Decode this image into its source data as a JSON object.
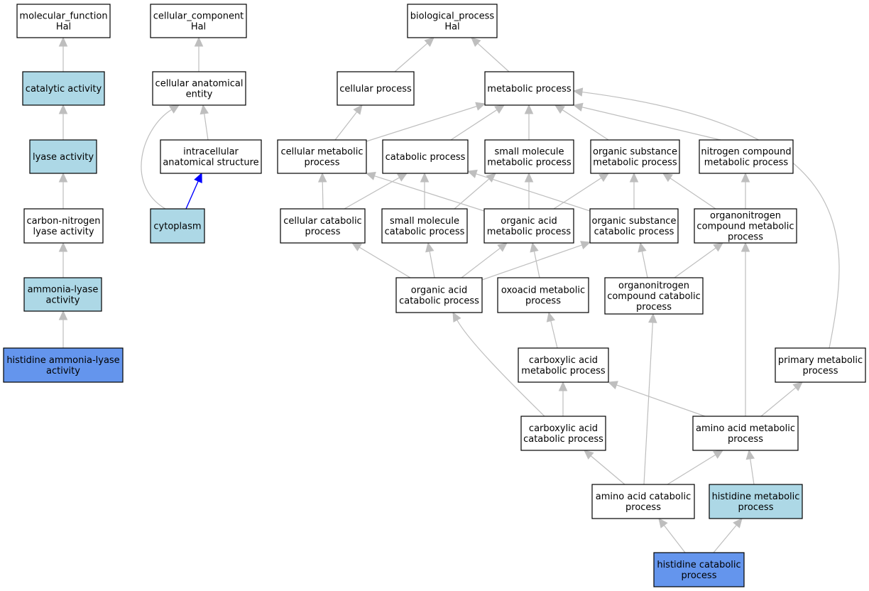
{
  "colors": {
    "default_fill": "#ffffff",
    "ancestor_fill": "#add8e6",
    "term_fill": "#6495ed",
    "edge_gray": "#bebebe",
    "edge_blue": "#0000ff",
    "border": "#000000"
  },
  "nodes": [
    {
      "id": "mf",
      "kind": "root",
      "lines": [
        "molecular_function",
        "Hal"
      ]
    },
    {
      "id": "cat_act",
      "kind": "ancestor",
      "lines": [
        "catalytic activity"
      ]
    },
    {
      "id": "lyase",
      "kind": "ancestor",
      "lines": [
        "lyase activity"
      ]
    },
    {
      "id": "cn_lyase",
      "kind": "default",
      "lines": [
        "carbon-nitrogen",
        "lyase activity"
      ]
    },
    {
      "id": "amm_lyase",
      "kind": "ancestor",
      "lines": [
        "ammonia-lyase",
        "activity"
      ]
    },
    {
      "id": "his_amm",
      "kind": "term",
      "lines": [
        "histidine ammonia-lyase",
        "activity"
      ]
    },
    {
      "id": "cc",
      "kind": "root",
      "lines": [
        "cellular_component",
        "Hal"
      ]
    },
    {
      "id": "cae",
      "kind": "default",
      "lines": [
        "cellular anatomical",
        "entity"
      ]
    },
    {
      "id": "ias",
      "kind": "default",
      "lines": [
        "intracellular",
        "anatomical structure"
      ]
    },
    {
      "id": "cyto",
      "kind": "ancestor",
      "lines": [
        "cytoplasm"
      ]
    },
    {
      "id": "bp",
      "kind": "root",
      "lines": [
        "biological_process",
        "Hal"
      ]
    },
    {
      "id": "cell_proc",
      "kind": "default",
      "lines": [
        "cellular process"
      ]
    },
    {
      "id": "met_proc",
      "kind": "default",
      "lines": [
        "metabolic process"
      ]
    },
    {
      "id": "cell_met",
      "kind": "default",
      "lines": [
        "cellular metabolic",
        "process"
      ]
    },
    {
      "id": "catab",
      "kind": "default",
      "lines": [
        "catabolic process"
      ]
    },
    {
      "id": "sm_met",
      "kind": "default",
      "lines": [
        "small molecule",
        "metabolic process"
      ]
    },
    {
      "id": "os_met",
      "kind": "default",
      "lines": [
        "organic substance",
        "metabolic process"
      ]
    },
    {
      "id": "nc_met",
      "kind": "default",
      "lines": [
        "nitrogen compound",
        "metabolic process"
      ]
    },
    {
      "id": "cell_cat",
      "kind": "default",
      "lines": [
        "cellular catabolic",
        "process"
      ]
    },
    {
      "id": "sm_cat",
      "kind": "default",
      "lines": [
        "small molecule",
        "catabolic process"
      ]
    },
    {
      "id": "oa_met",
      "kind": "default",
      "lines": [
        "organic acid",
        "metabolic process"
      ]
    },
    {
      "id": "os_cat",
      "kind": "default",
      "lines": [
        "organic substance",
        "catabolic process"
      ]
    },
    {
      "id": "on_met",
      "kind": "default",
      "lines": [
        "organonitrogen",
        "compound metabolic",
        "process"
      ]
    },
    {
      "id": "oa_cat",
      "kind": "default",
      "lines": [
        "organic acid",
        "catabolic process"
      ]
    },
    {
      "id": "oxo_met",
      "kind": "default",
      "lines": [
        "oxoacid metabolic",
        "process"
      ]
    },
    {
      "id": "on_cat",
      "kind": "default",
      "lines": [
        "organonitrogen",
        "compound catabolic",
        "process"
      ]
    },
    {
      "id": "ca_met",
      "kind": "default",
      "lines": [
        "carboxylic acid",
        "metabolic process"
      ]
    },
    {
      "id": "prim_met",
      "kind": "default",
      "lines": [
        "primary metabolic",
        "process"
      ]
    },
    {
      "id": "ca_cat",
      "kind": "default",
      "lines": [
        "carboxylic acid",
        "catabolic process"
      ]
    },
    {
      "id": "aa_met",
      "kind": "default",
      "lines": [
        "amino acid metabolic",
        "process"
      ]
    },
    {
      "id": "aa_cat",
      "kind": "default",
      "lines": [
        "amino acid catabolic",
        "process"
      ]
    },
    {
      "id": "his_met",
      "kind": "ancestor",
      "lines": [
        "histidine metabolic",
        "process"
      ]
    },
    {
      "id": "his_cat",
      "kind": "term",
      "lines": [
        "histidine catabolic",
        "process"
      ]
    }
  ],
  "edges": [
    {
      "from": "cat_act",
      "to": "mf",
      "style": "gray"
    },
    {
      "from": "lyase",
      "to": "cat_act",
      "style": "gray"
    },
    {
      "from": "cn_lyase",
      "to": "lyase",
      "style": "gray"
    },
    {
      "from": "amm_lyase",
      "to": "cn_lyase",
      "style": "gray"
    },
    {
      "from": "his_amm",
      "to": "amm_lyase",
      "style": "gray"
    },
    {
      "from": "cae",
      "to": "cc",
      "style": "gray"
    },
    {
      "from": "ias",
      "to": "cae",
      "style": "gray"
    },
    {
      "from": "cyto",
      "to": "cae",
      "style": "gray"
    },
    {
      "from": "cyto",
      "to": "ias",
      "style": "blue"
    },
    {
      "from": "cell_proc",
      "to": "bp",
      "style": "gray"
    },
    {
      "from": "met_proc",
      "to": "bp",
      "style": "gray"
    },
    {
      "from": "cell_met",
      "to": "cell_proc",
      "style": "gray"
    },
    {
      "from": "cell_met",
      "to": "met_proc",
      "style": "gray"
    },
    {
      "from": "catab",
      "to": "met_proc",
      "style": "gray"
    },
    {
      "from": "sm_met",
      "to": "met_proc",
      "style": "gray"
    },
    {
      "from": "os_met",
      "to": "met_proc",
      "style": "gray"
    },
    {
      "from": "nc_met",
      "to": "met_proc",
      "style": "gray"
    },
    {
      "from": "prim_met",
      "to": "met_proc",
      "style": "gray"
    },
    {
      "from": "cell_cat",
      "to": "cell_met",
      "style": "gray"
    },
    {
      "from": "cell_cat",
      "to": "catab",
      "style": "gray"
    },
    {
      "from": "oa_met",
      "to": "cell_met",
      "style": "gray"
    },
    {
      "from": "oa_met",
      "to": "sm_met",
      "style": "gray"
    },
    {
      "from": "oa_met",
      "to": "os_met",
      "style": "gray"
    },
    {
      "from": "sm_cat",
      "to": "catab",
      "style": "gray"
    },
    {
      "from": "sm_cat",
      "to": "sm_met",
      "style": "gray"
    },
    {
      "from": "os_cat",
      "to": "catab",
      "style": "gray"
    },
    {
      "from": "os_cat",
      "to": "os_met",
      "style": "gray"
    },
    {
      "from": "on_met",
      "to": "os_met",
      "style": "gray"
    },
    {
      "from": "on_met",
      "to": "nc_met",
      "style": "gray"
    },
    {
      "from": "oa_cat",
      "to": "cell_cat",
      "style": "gray"
    },
    {
      "from": "oa_cat",
      "to": "sm_cat",
      "style": "gray"
    },
    {
      "from": "oa_cat",
      "to": "oa_met",
      "style": "gray"
    },
    {
      "from": "oa_cat",
      "to": "os_cat",
      "style": "gray"
    },
    {
      "from": "oxo_met",
      "to": "oa_met",
      "style": "gray"
    },
    {
      "from": "on_cat",
      "to": "os_cat",
      "style": "gray"
    },
    {
      "from": "on_cat",
      "to": "on_met",
      "style": "gray"
    },
    {
      "from": "ca_met",
      "to": "oxo_met",
      "style": "gray"
    },
    {
      "from": "ca_cat",
      "to": "ca_met",
      "style": "gray"
    },
    {
      "from": "ca_cat",
      "to": "oa_cat",
      "style": "gray"
    },
    {
      "from": "aa_met",
      "to": "ca_met",
      "style": "gray"
    },
    {
      "from": "aa_met",
      "to": "on_met",
      "style": "gray"
    },
    {
      "from": "aa_met",
      "to": "prim_met",
      "style": "gray"
    },
    {
      "from": "aa_cat",
      "to": "ca_cat",
      "style": "gray"
    },
    {
      "from": "aa_cat",
      "to": "aa_met",
      "style": "gray"
    },
    {
      "from": "aa_cat",
      "to": "on_cat",
      "style": "gray"
    },
    {
      "from": "his_met",
      "to": "aa_met",
      "style": "gray"
    },
    {
      "from": "his_cat",
      "to": "aa_cat",
      "style": "gray"
    },
    {
      "from": "his_cat",
      "to": "his_met",
      "style": "gray"
    }
  ]
}
